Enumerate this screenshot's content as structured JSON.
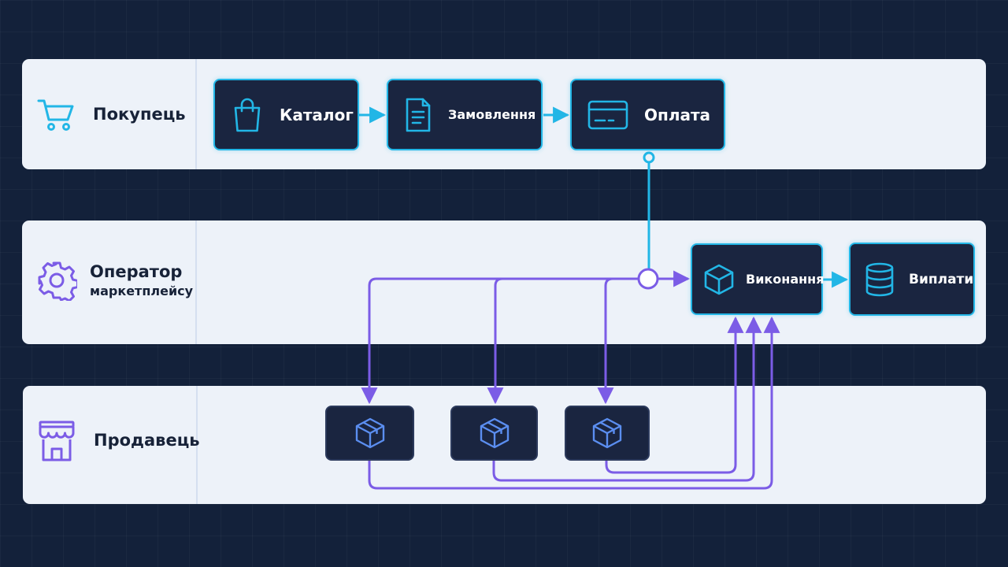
{
  "lanes": [
    {
      "id": "buyer",
      "label": "Покупець",
      "icon": "shopping-cart-icon"
    },
    {
      "id": "operator",
      "label_line1": "Оператор",
      "label_line2": "маркетплейсу",
      "icon": "gear-icon"
    },
    {
      "id": "seller",
      "label": "Продавець",
      "icon": "storefront-icon"
    }
  ],
  "nodes": {
    "catalog": {
      "label": "Каталог",
      "icon": "shopping-bag-icon"
    },
    "order": {
      "label": "Замовлення",
      "icon": "document-icon"
    },
    "payment": {
      "label": "Оплата",
      "icon": "credit-card-icon"
    },
    "fulfillment": {
      "label": "Виконання",
      "icon": "box-icon"
    },
    "payouts": {
      "label": "Виплати",
      "icon": "database-icon"
    },
    "seller_boxes": [
      "box-icon",
      "box-icon",
      "box-icon"
    ]
  },
  "colors": {
    "background": "#13213a",
    "lane": "#edf2f9",
    "node": "#1a2540",
    "accent_blue": "#22b6e6",
    "accent_purple": "#7b5ce6"
  }
}
